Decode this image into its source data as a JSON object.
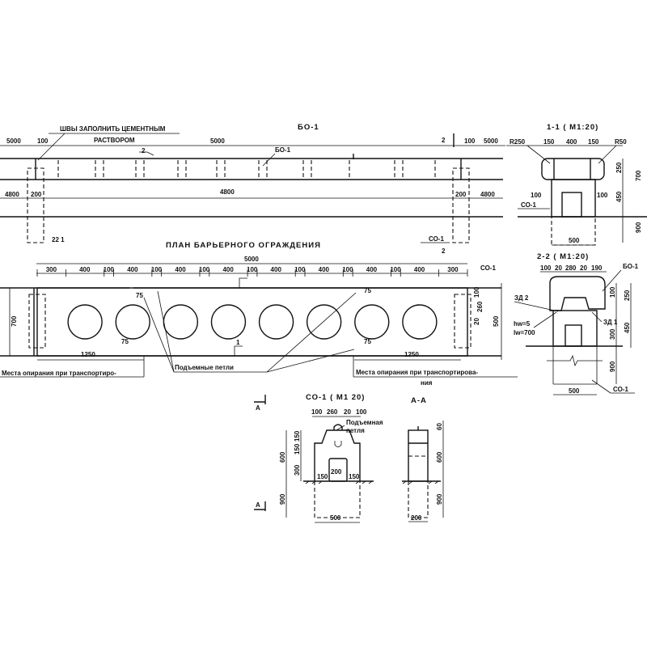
{
  "plan_top": {
    "title": "БО-1",
    "note_line1": "ШВЫ ЗАПОЛНИТЬ ЦЕМЕНТНЫМ",
    "note_line2": "РАСТВОРОМ",
    "dims_top": [
      "5000",
      "100",
      "5000",
      "100",
      "5000"
    ],
    "dims_road": [
      "4800",
      "200",
      "4800",
      "200",
      "4800"
    ],
    "label_bo": "БО-1",
    "label_so": "СО-1",
    "section_2": "2",
    "section_1": "1",
    "mark_22": "22 1"
  },
  "plan": {
    "title": "ПЛАН БАРЬЕРНОГО ОГРАЖДЕНИЯ",
    "overall": "5000",
    "segments": [
      "300",
      "400",
      "100",
      "400",
      "100",
      "400",
      "100",
      "400",
      "100",
      "400",
      "100",
      "400",
      "100",
      "400",
      "100",
      "400",
      "300"
    ],
    "height": "700",
    "right_dims": [
      "100",
      "260",
      "20",
      "500"
    ],
    "support_left": "1250",
    "support_right": "1250",
    "label_so": "СО-1",
    "section_1": "1",
    "dim_75": "75",
    "note_left": "Места опирания при транспортиро-",
    "note_lifting": "Подъемные петли",
    "note_right_1": "Места опирания при транспортирова-",
    "note_right_2": "ния"
  },
  "section_1_1": {
    "title": "1-1 ( М1:20)",
    "r250": "R250",
    "r50": "R50",
    "top_dims": [
      "150",
      "400",
      "150"
    ],
    "side_100_left": "100",
    "side_100_right": "100",
    "label_so": "СО-1",
    "v_dims": [
      "250",
      "450",
      "700",
      "900"
    ],
    "bottom": "500"
  },
  "section_2_2": {
    "title": "2-2 ( М1:20)",
    "top_dims": [
      "100",
      "20",
      "280",
      "20",
      "190"
    ],
    "label_bo": "БО-1",
    "zd2": "ЗД 2",
    "zd1": "ЗД 1",
    "hw": "hw=5",
    "lw": "lw=700",
    "v_dims": [
      "100",
      "250",
      "450",
      "300",
      "900"
    ],
    "bottom": "500",
    "label_so": "СО-1"
  },
  "so1_detail": {
    "title": "СО-1 ( М1 20)",
    "section_mark": "А",
    "top_dims": [
      "100",
      "260",
      "20",
      "100"
    ],
    "loop_label_1": "Подъемная",
    "loop_label_2": "петля",
    "v_dims": [
      "600",
      "150",
      "150",
      "300",
      "900"
    ],
    "inner_dims": [
      "150",
      "200",
      "150"
    ],
    "bottom": "500"
  },
  "section_a_a": {
    "title": "А-А",
    "v_dims": [
      "60",
      "600",
      "900"
    ],
    "bottom": "200"
  }
}
